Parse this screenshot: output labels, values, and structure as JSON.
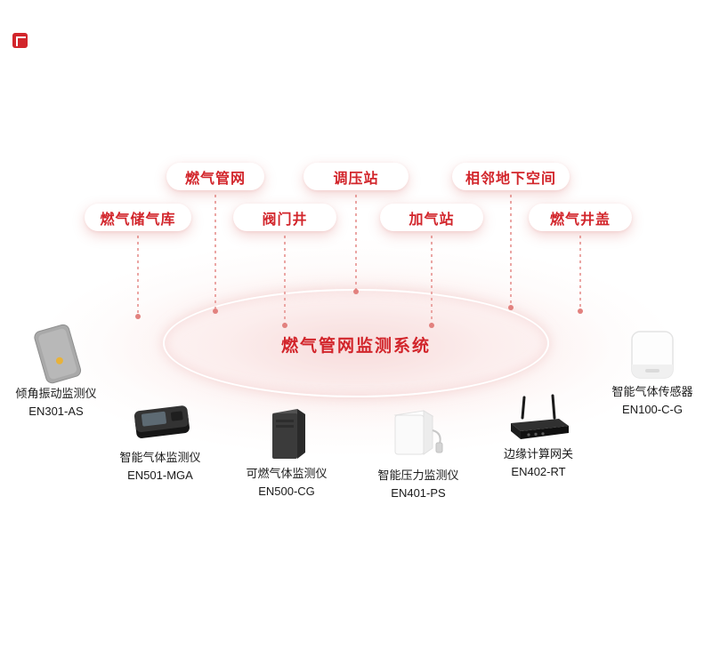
{
  "scene": {
    "title": "燃气管网监测系统"
  },
  "icons": {
    "brand": "brand-logo-mark"
  },
  "colors": {
    "accent": "#d2252b",
    "connector": "#eba6a4",
    "label_text": "#1a1a1a"
  },
  "pills": {
    "row1": [
      {
        "label": "燃气管网"
      },
      {
        "label": "调压站"
      },
      {
        "label": "相邻地下空间"
      }
    ],
    "row2": [
      {
        "label": "燃气储气库"
      },
      {
        "label": "阀门井"
      },
      {
        "label": "加气站"
      },
      {
        "label": "燃气井盖"
      }
    ]
  },
  "devices": [
    {
      "name": "倾角振动监测仪",
      "model": "EN301-AS"
    },
    {
      "name": "智能气体监测仪",
      "model": "EN501-MGA"
    },
    {
      "name": "可燃气体监测仪",
      "model": "EN500-CG"
    },
    {
      "name": "智能压力监测仪",
      "model": "EN401-PS"
    },
    {
      "name": "边缘计算网关",
      "model": "EN402-RT"
    },
    {
      "name": "智能气体传感器",
      "model": "EN100-C-G"
    }
  ]
}
